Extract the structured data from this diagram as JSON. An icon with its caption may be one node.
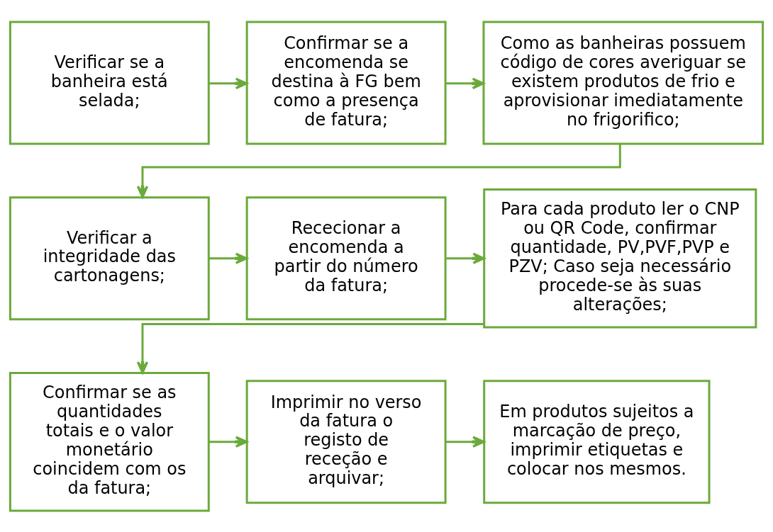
{
  "diagram": {
    "nodes": [
      {
        "text": [
          "Verificar se a banheira está selada;"
        ]
      },
      {
        "text": [
          "Confirmar se a encomenda se destina à FG bem como a presença de fatura;"
        ]
      },
      {
        "text": [
          "Como as banheiras possuem código de cores averiguar se existem produtos de frio e aprovisionar imediatamente no frigorifico;"
        ]
      },
      {
        "text": [
          "Verificar a integridade das cartonagens;"
        ]
      },
      {
        "text": [
          "Rececionar a encomenda a partir do número da fatura;"
        ]
      },
      {
        "text": [
          "Para cada produto ler o CNP ou QR Code, confirmar quantidade, PV,PVF,PVP e PZV; Caso seja necessário procede-se às suas alterações;"
        ]
      },
      {
        "text": [
          "Confirmar se as quantidades totais e o valor monetário coincidem com os da fatura;"
        ]
      },
      {
        "text": [
          "Imprimir no verso da fatura o registo de receção e arquivar;"
        ]
      },
      {
        "text": [
          "Em produtos sujeitos a marcação de preço, imprimir etiquetas e colocar nos mesmos."
        ]
      }
    ],
    "edges": [
      {
        "from": 0,
        "to": 1,
        "arrow": "to"
      },
      {
        "from": 1,
        "to": 2,
        "arrow": "to"
      },
      {
        "from": 2,
        "to": 3,
        "arrow": "to"
      },
      {
        "from": 3,
        "to": 4,
        "arrow": "to"
      },
      {
        "from": 4,
        "to": 5,
        "arrow": "to"
      },
      {
        "from": 5,
        "to": 6,
        "arrow": "to"
      },
      {
        "from": 6,
        "to": 7,
        "arrow": "to"
      },
      {
        "from": 7,
        "to": 8,
        "arrow": "to"
      }
    ]
  }
}
